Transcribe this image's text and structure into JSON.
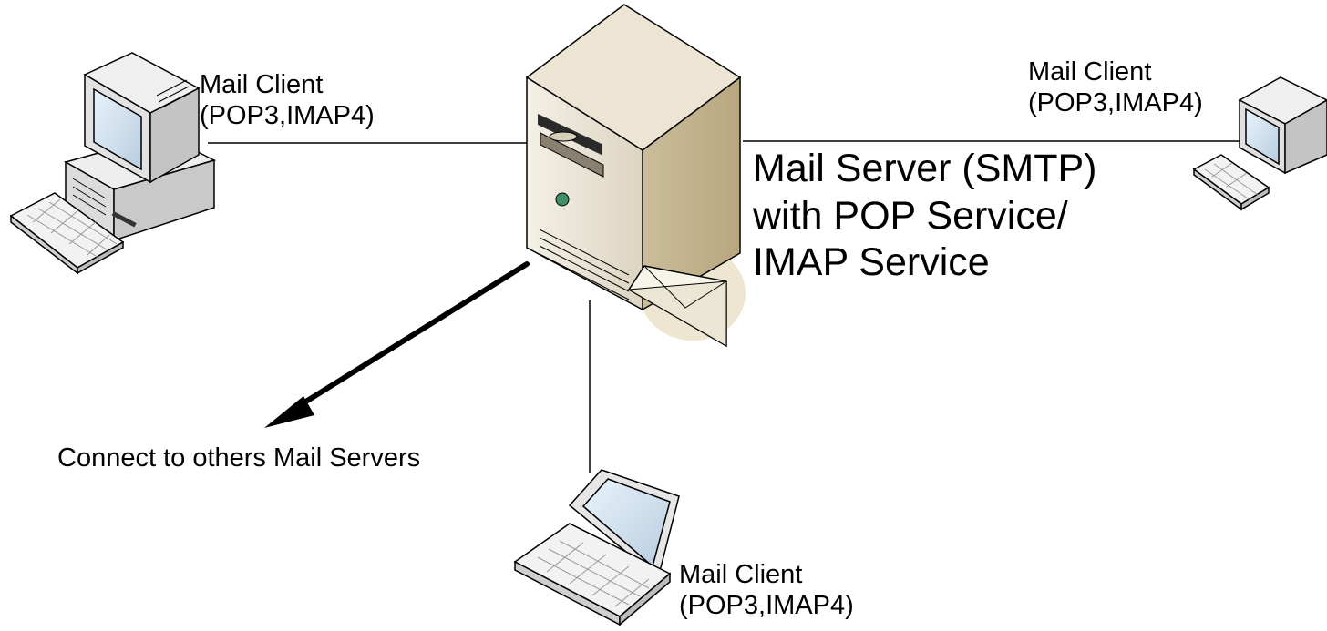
{
  "diagram": {
    "server": {
      "title_lines": [
        "Mail Server (SMTP)",
        "with POP Service/",
        "IMAP Service"
      ],
      "icon": "mail-server-tower-icon",
      "envelope_icon": "envelope-icon"
    },
    "clients": [
      {
        "icon": "desktop-computer-icon",
        "line1": "Mail Client",
        "line2": "(POP3,IMAP4)"
      },
      {
        "icon": "small-desktop-computer-icon",
        "line1": "Mail Client",
        "line2": "(POP3,IMAP4)"
      },
      {
        "icon": "laptop-icon",
        "line1": "Mail Client",
        "line2": "(POP3,IMAP4)"
      }
    ],
    "arrow_label": "Connect to others Mail Servers"
  }
}
